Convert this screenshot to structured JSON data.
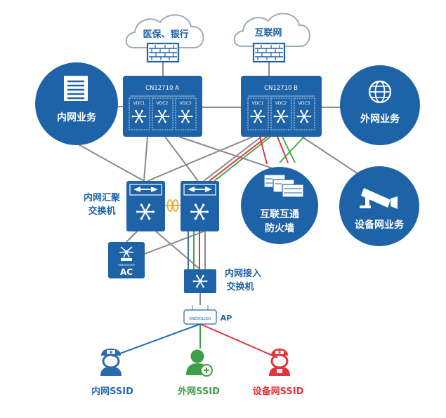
{
  "clouds": {
    "left": "医保、银行",
    "right": "互联网"
  },
  "core_switches": {
    "a": {
      "title": "CN12710 A",
      "vdcs": [
        "VDC1",
        "VDC2",
        "VDC3"
      ]
    },
    "b": {
      "title": "CN12710 B",
      "vdcs": [
        "VDC1",
        "VDC2",
        "VDC3"
      ]
    }
  },
  "circles": {
    "intranet": "内网业务",
    "extranet": "外网业务",
    "firewall": [
      "互联互通",
      "防火墙"
    ],
    "device": "设备网业务"
  },
  "devices": {
    "aggregation": [
      "内网汇聚",
      "交换机"
    ],
    "ac": "AC",
    "access": [
      "内网接入",
      "交换机"
    ],
    "ap": "AP",
    "brand": "ONEDOLOGY"
  },
  "ssids": {
    "intranet": "内网SSID",
    "extranet": "外网SSID",
    "device": "设备网SSID"
  },
  "colors": {
    "blue": "#1e63a8",
    "cloud_stroke": "#9fa9b4",
    "line_gray": "#8a8a8a",
    "line_blue": "#3d6fae",
    "line_green": "#46a84e",
    "line_red": "#e0383e",
    "ssid_blue": "#2a6bb0",
    "ssid_green": "#3f9f48",
    "ssid_red": "#e3343a"
  }
}
